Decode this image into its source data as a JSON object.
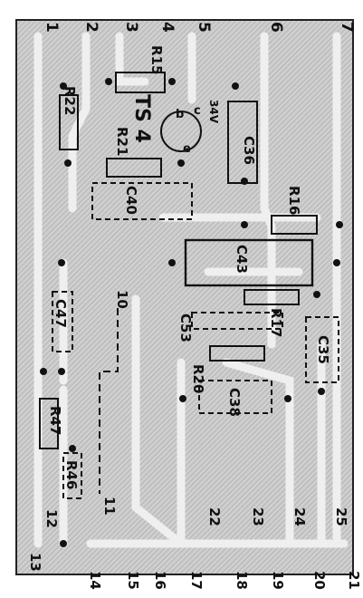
{
  "diagram": {
    "type": "pcb-layout",
    "pin_labels": [
      "1",
      "2",
      "3",
      "4",
      "5",
      "6",
      "7",
      "13",
      "14",
      "15",
      "16",
      "17",
      "18",
      "19",
      "20",
      "21"
    ],
    "net_labels": [
      "10",
      "11",
      "12",
      "22",
      "23",
      "24",
      "25"
    ],
    "transistor": {
      "name": "TS 4",
      "pins": [
        "b",
        "c",
        "e"
      ],
      "note": "34V"
    },
    "components": [
      {
        "ref": "R15",
        "kind": "resistor"
      },
      {
        "ref": "R22",
        "kind": "resistor"
      },
      {
        "ref": "R21",
        "kind": "resistor"
      },
      {
        "ref": "C36",
        "kind": "capacitor"
      },
      {
        "ref": "C40",
        "kind": "capacitor"
      },
      {
        "ref": "R16",
        "kind": "resistor"
      },
      {
        "ref": "C43",
        "kind": "capacitor"
      },
      {
        "ref": "C47",
        "kind": "capacitor"
      },
      {
        "ref": "C53",
        "kind": "capacitor"
      },
      {
        "ref": "R17",
        "kind": "resistor"
      },
      {
        "ref": "C35",
        "kind": "capacitor"
      },
      {
        "ref": "R20",
        "kind": "resistor"
      },
      {
        "ref": "C38",
        "kind": "capacitor"
      },
      {
        "ref": "R47",
        "kind": "resistor"
      },
      {
        "ref": "R46",
        "kind": "resistor"
      }
    ],
    "colors": {
      "copper": "#9a9a9a",
      "board": "#d6d6d6",
      "silk": "#111111"
    }
  }
}
